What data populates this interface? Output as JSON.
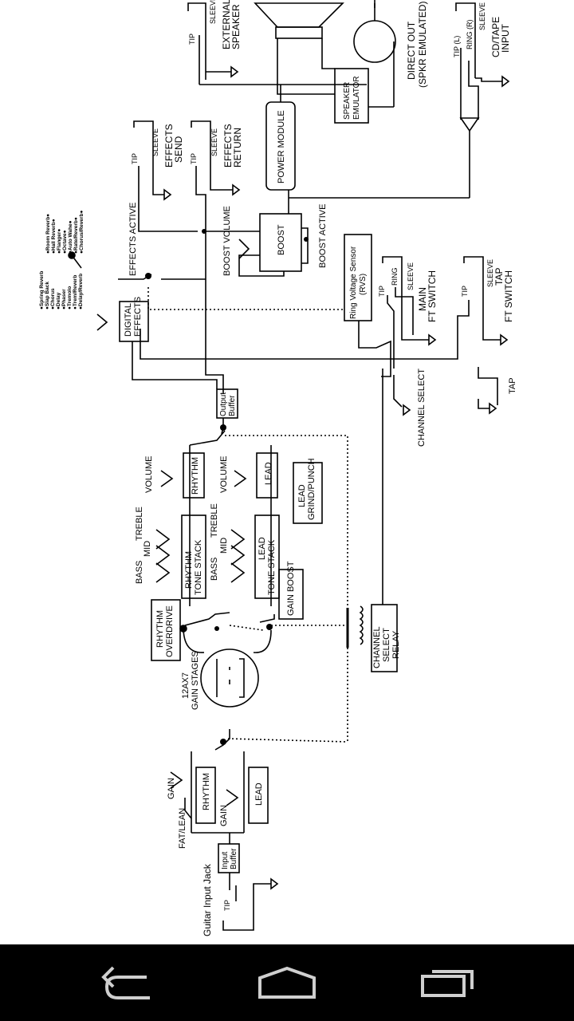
{
  "diagram": {
    "speaker": {
      "label_1": "EXTERNAL",
      "label_2": "SPEAKER",
      "tip": "TIP",
      "sleeve": "SLEEVE"
    },
    "direct_out": {
      "label_1": "DIRECT OUT",
      "label_2": "(SPKR EMULATED)"
    },
    "cd_tape": {
      "label_1": "CD/TAPE",
      "label_2": "INPUT",
      "tip": "TIP (L)",
      "ring": "RING (R)",
      "sleeve": "SLEEVE"
    },
    "speaker_emulator": {
      "label_1": "SPEAKER",
      "label_2": "EMULATOR"
    },
    "power_module": "POWER MODULE",
    "effects_send": {
      "label_1": "EFFECTS",
      "label_2": "SEND",
      "tip": "TIP",
      "sleeve": "SLEEVE"
    },
    "effects_return": {
      "label_1": "EFFECTS",
      "label_2": "RETURN",
      "tip": "TIP",
      "sleeve": "SLEEVE"
    },
    "effects_active": "EFFECTS ACTIVE",
    "boost_volume": "BOOST VOLUME",
    "boost": "BOOST",
    "boost_active": "BOOST ACTIVE",
    "rvs": {
      "label_1": "Ring Voltage Sensor",
      "label_2": "(RVS)"
    },
    "main_ft": {
      "label_1": "MAIN",
      "label_2": "FT SWITCH",
      "tip": "TIP",
      "ring": "RING",
      "sleeve": "SLEEVE"
    },
    "tap_ft": {
      "label_1": "TAP",
      "label_2": "FT SWITCH",
      "tip": "TIP",
      "sleeve": "SLEEVE"
    },
    "tap": "TAP",
    "channel_select": "CHANNEL SELECT",
    "digital_effects": {
      "label_1": "DIGITAL",
      "label_2": "EFFECTS"
    },
    "effects_list": [
      "Spring Reverb",
      "Slap Back",
      "Chorus",
      "Delay",
      "Phaser",
      "Tremolo",
      "Trem/Reverb",
      "Delay/Reverb",
      "Chorus/Reverb",
      "Rate/Reverb",
      "Auto Wahe",
      "Octave",
      "Flanger",
      "Hall Reverb",
      "Room Reverb"
    ],
    "output_buffer": {
      "label_1": "Output",
      "label_2": "Buffer"
    },
    "volume_rhythm": "VOLUME",
    "volume_lead": "VOLUME",
    "rhythm": "RHYTHM",
    "lead": "LEAD",
    "treble_1": "TREBLE",
    "treble_2": "TREBLE",
    "mid_1": "MID",
    "mid_2": "MID",
    "bass_1": "BASS",
    "bass_2": "BASS",
    "rhythm_tone": {
      "label_1": "RHYTHM",
      "label_2": "TONE STACK"
    },
    "lead_tone": {
      "label_1": "LEAD",
      "label_2": "TONE STACK"
    },
    "lead_grind": {
      "label_1": "LEAD",
      "label_2": "GRIND/PUNCH"
    },
    "gain_boost": "GAIN BOOST",
    "rhythm_overdrive": {
      "label_1": "RHYTHM",
      "label_2": "OVERDRIVE"
    },
    "tube": {
      "label_1": "12AX7",
      "label_2": "GAIN STAGES"
    },
    "channel_relay": {
      "label_1": "CHANNEL",
      "label_2": "SELECT",
      "label_3": "RELAY"
    },
    "gain_1": "GAIN",
    "gain_2": "GAIN",
    "fat_lean": "FAT/LEAN",
    "input_buffer": {
      "label_1": "Input",
      "label_2": "Buffer"
    },
    "guitar_input": "Guitar Input Jack",
    "input_tip": "TIP"
  },
  "navbar": {
    "back_icon": "back-arrow-icon",
    "home_icon": "home-icon",
    "recents_icon": "recent-apps-icon"
  }
}
